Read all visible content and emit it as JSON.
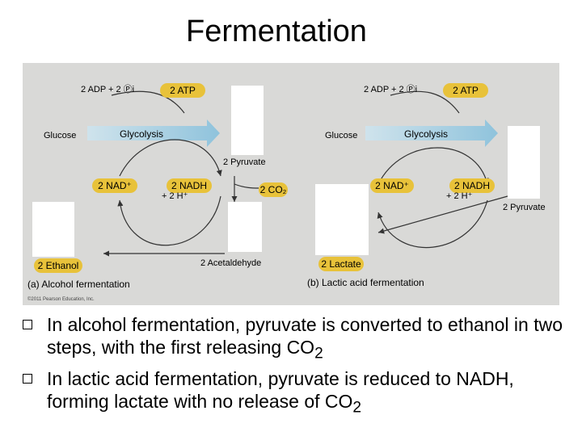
{
  "title": "Fermentation",
  "panel_a": {
    "adp_label": "2 ADP",
    "pi_label": "+ 2 Ⓟi",
    "atp_label": "2 ATP",
    "glucose_label": "Glucose",
    "glycolysis_label": "Glycolysis",
    "pyruvate_label": "2 Pyruvate",
    "nad_label": "2 NAD⁺",
    "nadh_label": "2 NADH",
    "h_label": "+ 2 H⁺",
    "co2_label": "2 CO₂",
    "acetaldehyde_label": "2 Acetaldehyde",
    "ethanol_label": "2 Ethanol",
    "caption": "(a) Alcohol fermentation"
  },
  "panel_b": {
    "adp_label": "2 ADP",
    "pi_label": "+ 2 Ⓟi",
    "atp_label": "2 ATP",
    "glucose_label": "Glucose",
    "glycolysis_label": "Glycolysis",
    "pyruvate_label": "2 Pyruvate",
    "nad_label": "2 NAD⁺",
    "nadh_label": "2 NADH",
    "h_label": "+ 2 H⁺",
    "lactate_label": "2 Lactate",
    "caption": "(b) Lactic acid fermentation"
  },
  "copyright": "©2011 Pearson Education, Inc.",
  "bullets": [
    {
      "text": "In alcohol fermentation, pyruvate is converted to ethanol in two steps, with the first releasing CO",
      "sub": "2"
    },
    {
      "text": "In lactic acid fermentation, pyruvate is reduced to NADH, forming lactate with no release of CO",
      "sub": "2"
    }
  ],
  "colors": {
    "atp_badge": "#e8c23a",
    "glycolysis_arrow": "#9ecbe0",
    "figure_bg": "#d9d9d7"
  }
}
